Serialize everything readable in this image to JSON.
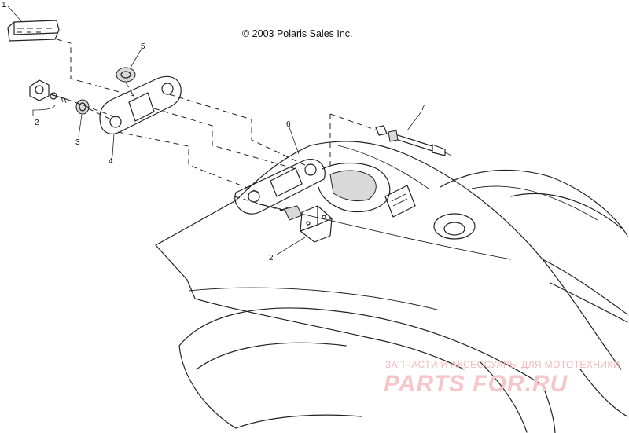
{
  "copyright": "© 2003 Polaris Sales Inc.",
  "callouts": {
    "part_1": "1",
    "part_2_left": "2",
    "part_3": "3",
    "part_4": "4",
    "part_5": "5",
    "part_6": "6",
    "part_7": "7",
    "part_2_lower": "2"
  },
  "watermark": {
    "tagline": "ЗАПЧАСТИ И АКСЕССУАРЫ ДЛЯ МОТОТЕХНИКИ",
    "brand": "PARTS FOR.RU",
    "color": "#f2b8bc"
  }
}
